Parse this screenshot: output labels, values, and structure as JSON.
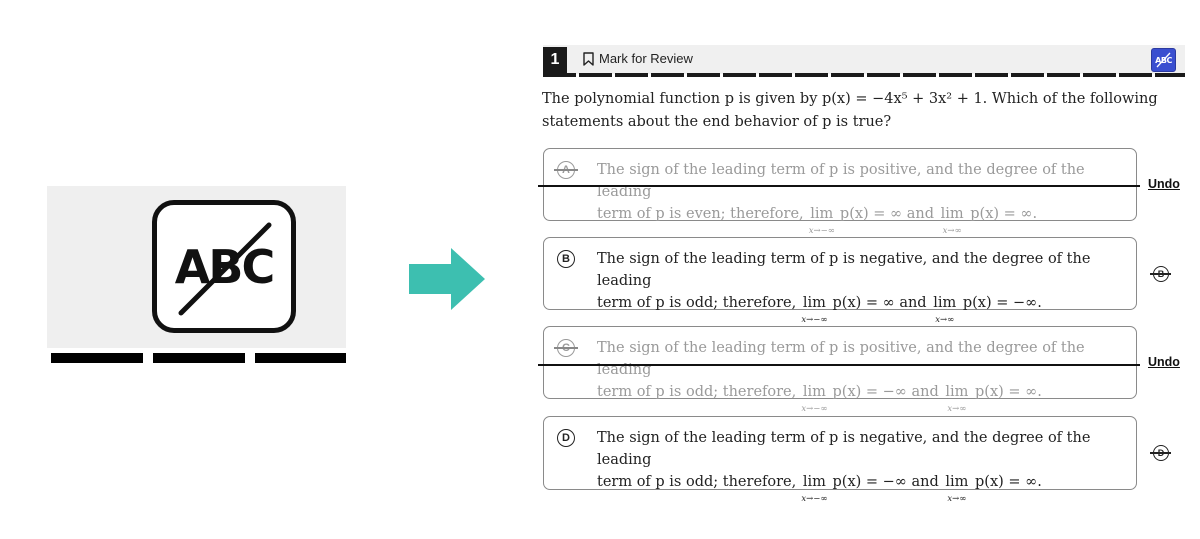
{
  "zoom": {
    "icon_text": "ABC",
    "icon_name": "abc-strikethrough-icon"
  },
  "arrow": {
    "color": "#3dbfb0",
    "icon_name": "arrow-right-icon"
  },
  "header": {
    "question_number": "1",
    "mark_for_review": "Mark for Review",
    "bookmark_icon": "bookmark-icon",
    "abc_button_text": "ABC",
    "abc_button_color": "#3a4fd0"
  },
  "question": {
    "stem_line1": "The polynomial function p is given by p(x) = −4x⁵ + 3x² + 1. Which of the following",
    "stem_line2": "statements about the end behavior of p is true?"
  },
  "options": [
    {
      "letter": "A",
      "crossed": true,
      "line1": "The sign of the leading term of p is positive, and the degree of the leading",
      "line2_a": "term of p is even; therefore,",
      "lim1": "lim",
      "lim1_sub": "x→−∞",
      "expr1": "p(x) = ∞ and",
      "lim2": "lim",
      "lim2_sub": "x→∞",
      "expr2": "p(x) = ∞.",
      "side_action": "Undo"
    },
    {
      "letter": "B",
      "crossed": false,
      "line1": "The sign of the leading term of p is negative, and the degree of the leading",
      "line2_a": "term of p is odd; therefore,",
      "lim1": "lim",
      "lim1_sub": "x→−∞",
      "expr1": "p(x) = ∞ and",
      "lim2": "lim",
      "lim2_sub": "x→∞",
      "expr2": "p(x) = −∞.",
      "side_action": "B"
    },
    {
      "letter": "C",
      "crossed": true,
      "line1": "The sign of the leading term of p is positive, and the degree of the leading",
      "line2_a": "term of p is odd; therefore,",
      "lim1": "lim",
      "lim1_sub": "x→−∞",
      "expr1": "p(x) = −∞ and",
      "lim2": "lim",
      "lim2_sub": "x→∞",
      "expr2": "p(x) = ∞.",
      "side_action": "Undo"
    },
    {
      "letter": "D",
      "crossed": false,
      "line1": "The sign of the leading term of p is negative, and the degree of the leading",
      "line2_a": "term of p is odd; therefore,",
      "lim1": "lim",
      "lim1_sub": "x→−∞",
      "expr1": "p(x) = −∞ and",
      "lim2": "lim",
      "lim2_sub": "x→∞",
      "expr2": "p(x) = ∞.",
      "side_action": "D"
    }
  ]
}
